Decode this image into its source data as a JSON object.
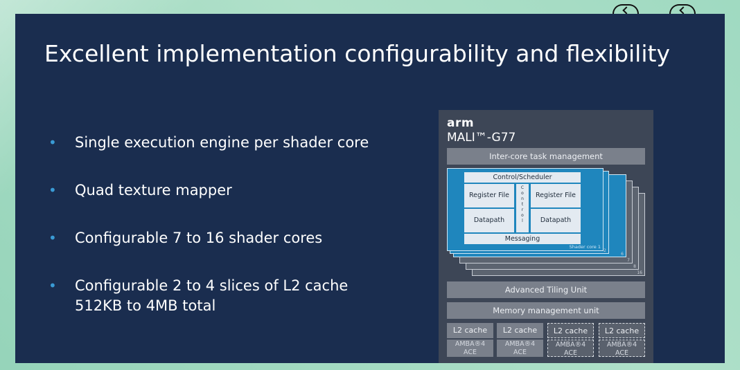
{
  "slide": {
    "title": "Excellent implementation configurability and flexibility",
    "bullets": [
      {
        "line1": "Single execution engine per shader core",
        "line2": ""
      },
      {
        "line1": "Quad texture mapper",
        "line2": ""
      },
      {
        "line1": "Configurable 7 to 16 shader cores",
        "line2": ""
      },
      {
        "line1": "Configurable 2 to 4 slices of L2 cache",
        "line2": "512KB to 4MB total"
      }
    ],
    "bullet_glyph": "•"
  },
  "diagram": {
    "brand": "arm",
    "product": "MALI™-G77",
    "inter_core": "Inter-core task management",
    "core": {
      "control_scheduler": "Control/Scheduler",
      "register_file_left": "Register File",
      "register_file_right": "Register File",
      "datapath_left": "Datapath",
      "datapath_right": "Datapath",
      "control_vertical": [
        "C",
        "o",
        "n",
        "t",
        "r",
        "o",
        "l"
      ],
      "messaging": "Messaging",
      "shader_core_label": "Shader core 1"
    },
    "stack_labels": [
      "2",
      "6",
      "7",
      "8",
      "16"
    ],
    "tiling": "Advanced Tiling Unit",
    "mmu": "Memory management unit",
    "l2_slices": [
      {
        "cache": "L2 cache",
        "amba1": "AMBA®4",
        "amba2": "ACE",
        "optional": false
      },
      {
        "cache": "L2 cache",
        "amba1": "AMBA®4",
        "amba2": "ACE",
        "optional": false
      },
      {
        "cache": "L2 cache",
        "amba1": "AMBA®4",
        "amba2": "ACE",
        "optional": true
      },
      {
        "cache": "L2 cache",
        "amba1": "AMBA®4",
        "amba2": "ACE",
        "optional": true
      }
    ]
  },
  "colors": {
    "slide_bg": "#1a2d4f",
    "bullet_accent": "#3a9bd5",
    "core_blue": "#1f86bd",
    "frame_bg": "#a9dcc4"
  },
  "icons": [
    "logo-icon",
    "logo-icon"
  ]
}
